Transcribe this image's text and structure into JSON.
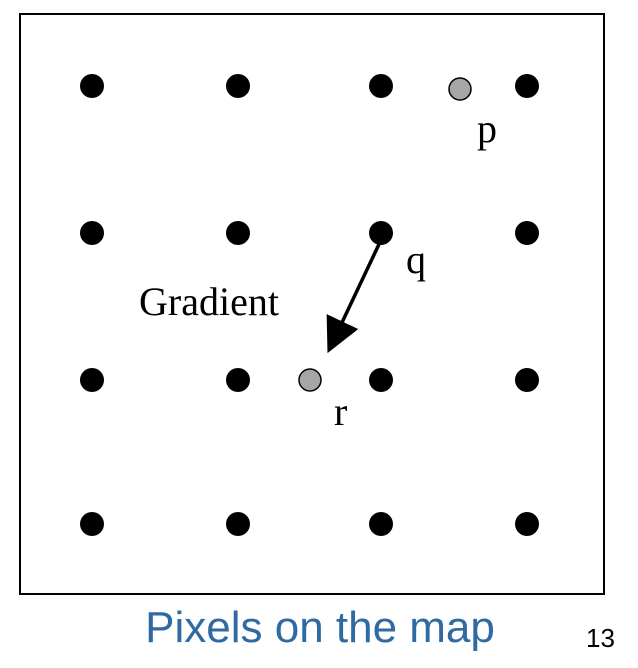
{
  "labels": {
    "p": "p",
    "q": "q",
    "r": "r",
    "gradient": "Gradient"
  },
  "caption": "Pixels on the map",
  "page_number": "13",
  "colors": {
    "pixel": "#000000",
    "highlight": "#a6a6a6",
    "caption": "#2f6aa3",
    "frame": "#000000"
  },
  "pixel_grid": {
    "rows": 4,
    "columns": 4
  }
}
